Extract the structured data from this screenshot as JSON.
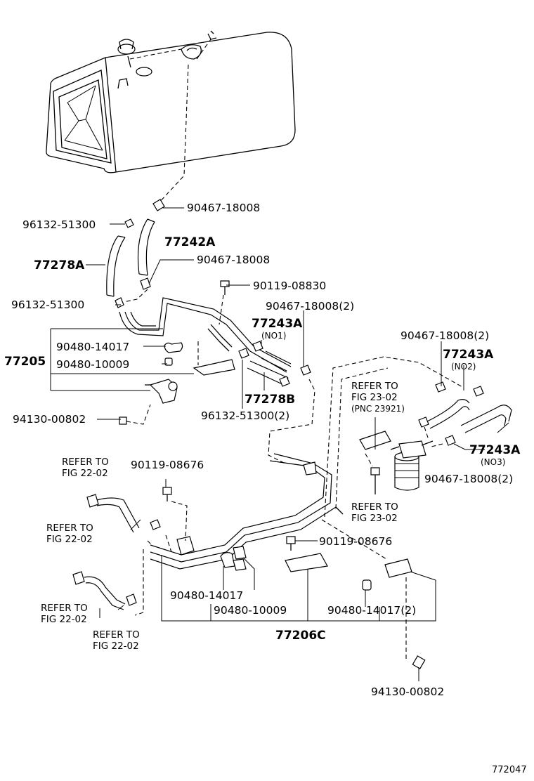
{
  "labels": {
    "p_90467_18008_a": "90467-18008",
    "p_96132_51300_a": "96132-51300",
    "p_77242A": "77242A",
    "p_77278A": "77278A",
    "p_90467_18008_b": "90467-18008",
    "p_96132_51300_b": "96132-51300",
    "p_90119_08830": "90119-08830",
    "p_90467_18008_2a": "90467-18008(2)",
    "p_77243A_1": "77243A",
    "p_no1": "(NO1)",
    "p_90480_14017_a": "90480-14017",
    "p_77205": "77205",
    "p_90480_10009_a": "90480-10009",
    "p_77278B": "77278B",
    "p_96132_51300_2": "96132-51300(2)",
    "p_94130_00802_a": "94130-00802",
    "p_90467_18008_2b": "90467-18008(2)",
    "p_77243A_2": "77243A",
    "p_no2": "(NO2)",
    "p_refer_fig2302_a_1": "REFER TO",
    "p_refer_fig2302_a_2": "FIG 23-02",
    "p_pnc": "(PNC 23921)",
    "p_77243A_3": "77243A",
    "p_no3": "(NO3)",
    "p_90467_18008_2c": "90467-18008(2)",
    "p_refer_fig2202_a_1": "REFER TO",
    "p_refer_fig2202_a_2": "FIG 22-02",
    "p_90119_08676_a": "90119-08676",
    "p_refer_fig2302_b_1": "REFER TO",
    "p_refer_fig2302_b_2": "FIG 23-02",
    "p_refer_fig2202_b_1": "REFER TO",
    "p_refer_fig2202_b_2": "FIG 22-02",
    "p_90119_08676_b": "90119-08676",
    "p_90480_14017_b": "90480-14017",
    "p_90480_10009_b": "90480-10009",
    "p_90480_14017_2": "90480-14017(2)",
    "p_refer_fig2202_c_1": "REFER TO",
    "p_refer_fig2202_c_2": "FIG 22-02",
    "p_refer_fig2202_d_1": "REFER TO",
    "p_refer_fig2202_d_2": "FIG 22-02",
    "p_77206C": "77206C",
    "p_94130_00802_b": "94130-00802",
    "diagram_id": "772047"
  }
}
